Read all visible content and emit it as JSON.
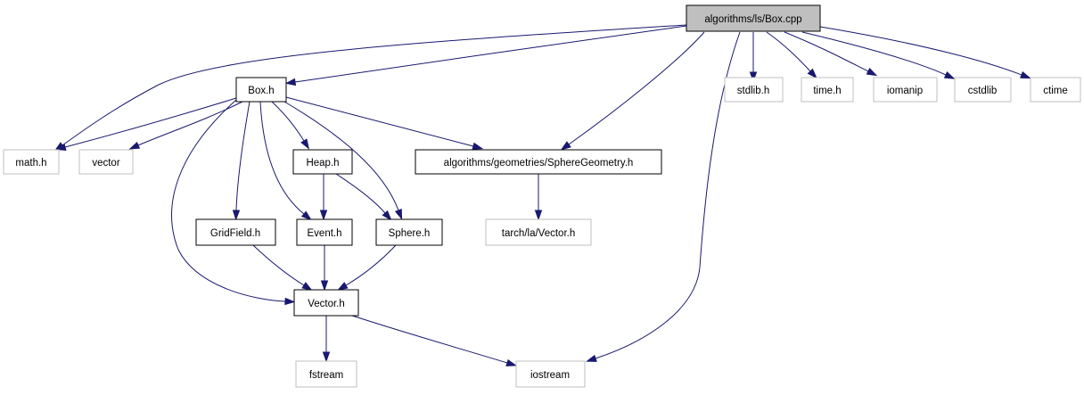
{
  "colors": {
    "edge": "#191970",
    "root_fill": "#bfbfbf",
    "internal_border": "#000000",
    "external_border": "#bfbfbf",
    "node_fill": "#ffffff"
  },
  "nodes": {
    "box_cpp": {
      "label": "algorithms/ls/Box.cpp",
      "kind": "root"
    },
    "box_h": {
      "label": "Box.h",
      "kind": "internal"
    },
    "math_h": {
      "label": "math.h",
      "kind": "external"
    },
    "vector": {
      "label": "vector",
      "kind": "external"
    },
    "heap_h": {
      "label": "Heap.h",
      "kind": "internal"
    },
    "sphere_geometry_h": {
      "label": "algorithms/geometries/SphereGeometry.h",
      "kind": "internal"
    },
    "stdlib_h": {
      "label": "stdlib.h",
      "kind": "external"
    },
    "time_h": {
      "label": "time.h",
      "kind": "external"
    },
    "iomanip": {
      "label": "iomanip",
      "kind": "external"
    },
    "cstdlib": {
      "label": "cstdlib",
      "kind": "external"
    },
    "ctime": {
      "label": "ctime",
      "kind": "external"
    },
    "gridfield_h": {
      "label": "GridField.h",
      "kind": "internal"
    },
    "event_h": {
      "label": "Event.h",
      "kind": "internal"
    },
    "sphere_h": {
      "label": "Sphere.h",
      "kind": "internal"
    },
    "tarch_vector_h": {
      "label": "tarch/la/Vector.h",
      "kind": "external"
    },
    "vector_h": {
      "label": "Vector.h",
      "kind": "internal"
    },
    "fstream": {
      "label": "fstream",
      "kind": "external"
    },
    "iostream": {
      "label": "iostream",
      "kind": "external"
    }
  },
  "edges": [
    [
      "box_cpp",
      "box_h"
    ],
    [
      "box_cpp",
      "math_h"
    ],
    [
      "box_cpp",
      "sphere_geometry_h"
    ],
    [
      "box_cpp",
      "iostream"
    ],
    [
      "box_cpp",
      "stdlib_h"
    ],
    [
      "box_cpp",
      "time_h"
    ],
    [
      "box_cpp",
      "iomanip"
    ],
    [
      "box_cpp",
      "cstdlib"
    ],
    [
      "box_cpp",
      "ctime"
    ],
    [
      "box_h",
      "math_h"
    ],
    [
      "box_h",
      "vector"
    ],
    [
      "box_h",
      "heap_h"
    ],
    [
      "box_h",
      "sphere_geometry_h"
    ],
    [
      "box_h",
      "gridfield_h"
    ],
    [
      "box_h",
      "event_h"
    ],
    [
      "box_h",
      "sphere_h"
    ],
    [
      "box_h",
      "vector_h"
    ],
    [
      "heap_h",
      "event_h"
    ],
    [
      "heap_h",
      "sphere_h"
    ],
    [
      "sphere_geometry_h",
      "tarch_vector_h"
    ],
    [
      "gridfield_h",
      "vector_h"
    ],
    [
      "event_h",
      "vector_h"
    ],
    [
      "sphere_h",
      "vector_h"
    ],
    [
      "vector_h",
      "fstream"
    ],
    [
      "vector_h",
      "iostream"
    ]
  ]
}
